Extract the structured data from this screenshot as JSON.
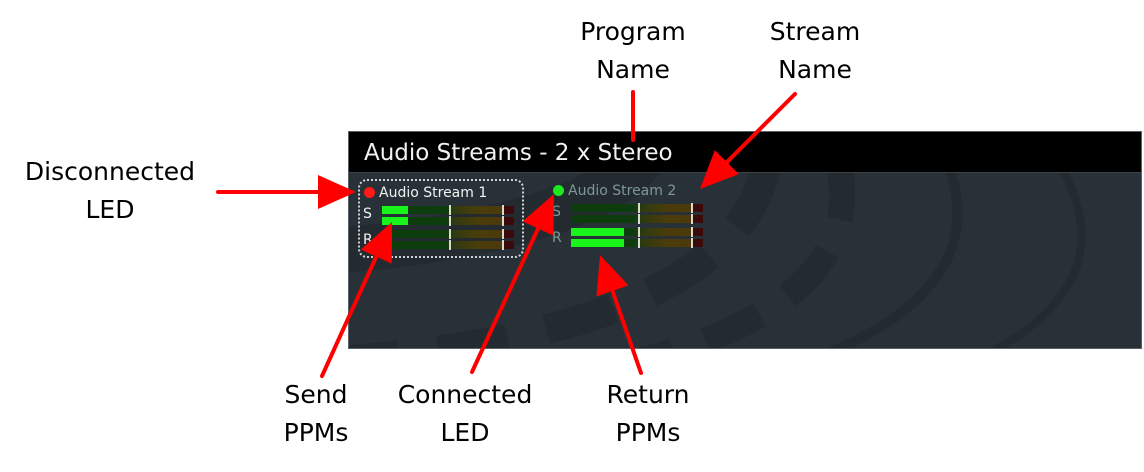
{
  "panel": {
    "title": "Audio Streams - 2 x Stereo",
    "background_color": "#283138",
    "header_color": "#000000"
  },
  "streams": [
    {
      "name": "Audio Stream 1",
      "led_state": "disconnected",
      "led_color": "#ff1a1a",
      "name_color": "#f0f2f2",
      "focused": true,
      "send_label": "S",
      "return_label": "R",
      "send_levels": [
        0.2,
        0.2
      ],
      "return_levels": [
        0,
        0
      ]
    },
    {
      "name": "Audio Stream 2",
      "led_state": "connected",
      "led_color": "#1ee81e",
      "name_color": "#7f9895",
      "focused": false,
      "send_label": "S",
      "return_label": "R",
      "send_levels": [
        0,
        0
      ],
      "return_levels": [
        0.4,
        0.4
      ]
    }
  ],
  "meter": {
    "fill_color": "#19f51b",
    "tick_positions": [
      0.51,
      0.91
    ]
  },
  "callouts": {
    "program_name": [
      "Program",
      "Name"
    ],
    "stream_name": [
      "Stream",
      "Name"
    ],
    "disconnected_led": [
      "Disconnected",
      "LED"
    ],
    "send_ppms": [
      "Send",
      "PPMs"
    ],
    "connected_led": [
      "Connected",
      "LED"
    ],
    "return_ppms": [
      "Return",
      "PPMs"
    ],
    "arrow_color": "#ff0000"
  }
}
